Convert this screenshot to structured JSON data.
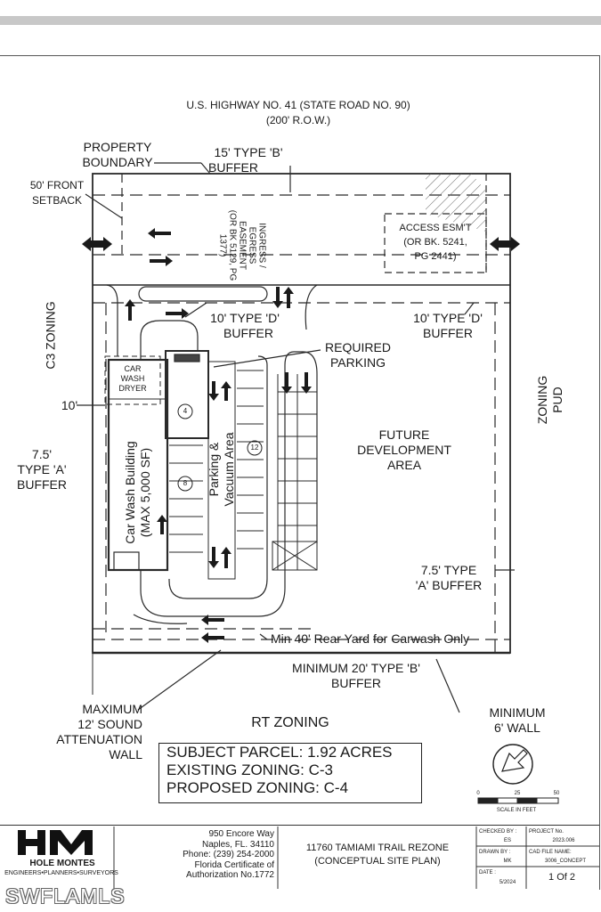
{
  "highway": {
    "line1": "U.S. HIGHWAY NO. 41 (STATE ROAD NO. 90)",
    "line2": "(200' R.O.W.)"
  },
  "labels": {
    "property_boundary_1": "PROPERTY",
    "property_boundary_2": "BOUNDARY",
    "type_b_15_1": "15' TYPE 'B'",
    "type_b_15_2": "BUFFER",
    "front_setback_1": "50' FRONT",
    "front_setback_2": "SETBACK",
    "ingress_1": "INGRESS /",
    "ingress_2": "EGRESS",
    "ingress_3": "EASEMENT",
    "ingress_4": "(OR BK 5129, PG",
    "ingress_5": "1377)",
    "access_1": "ACCESS ESM'T",
    "access_2": "(OR BK. 5241,",
    "access_3": "PG 2441)",
    "c3_zoning": "C3 ZONING",
    "type_d_left_1": "10' TYPE 'D'",
    "type_d_left_2": "BUFFER",
    "type_d_right_1": "10' TYPE 'D'",
    "type_d_right_2": "BUFFER",
    "required_parking_1": "REQUIRED",
    "required_parking_2": "PARKING",
    "car_wash_dryer_1": "CAR",
    "car_wash_dryer_2": "WASH",
    "car_wash_dryer_3": "DRYER",
    "ten_ft": "10'",
    "type_a_left_1": "7.5'",
    "type_a_left_2": "TYPE 'A'",
    "type_a_left_3": "BUFFER",
    "car_wash_building_1": "Car Wash Building",
    "car_wash_building_2": "(MAX 5,000 SF)",
    "parking_vacuum_1": "Parking &",
    "parking_vacuum_2": "Vacuum Area",
    "count_4": "4",
    "count_8": "8",
    "count_12": "12",
    "future_dev_1": "FUTURE",
    "future_dev_2": "DEVELOPMENT",
    "future_dev_3": "AREA",
    "zoning_pud_1": "ZONING",
    "zoning_pud_2": "PUD",
    "type_a_right_1": "7.5' TYPE",
    "type_a_right_2": "'A' BUFFER",
    "rear_yard": "Min 40' Rear Yard for Carwash Only",
    "type_b_20_1": "MINIMUM 20' TYPE 'B'",
    "type_b_20_2": "BUFFER",
    "max_wall_1": "MAXIMUM",
    "max_wall_2": "12' SOUND",
    "max_wall_3": "ATTENUATION",
    "max_wall_4": "WALL",
    "rt_zoning": "RT ZONING",
    "min_wall_1": "MINIMUM",
    "min_wall_2": "6' WALL"
  },
  "parcel": {
    "line1": "SUBJECT PARCEL: 1.92 ACRES",
    "line2": "EXISTING ZONING: C-3",
    "line3": "PROPOSED ZONING: C-4"
  },
  "scale": {
    "t0": "0",
    "t1": "25",
    "t2": "50",
    "caption": "SCALE IN FEET"
  },
  "title_block": {
    "company_1": "HOLE MONTES",
    "company_2": "ENGINEERS•PLANNERS•SURVEYORS",
    "addr_1": "950 Encore Way",
    "addr_2": "Naples, FL. 34110",
    "addr_3": "Phone: (239) 254-2000",
    "addr_4": "Florida Certificate of",
    "addr_5": "Authorization No.1772",
    "project_1": "11760 TAMIAMI TRAIL REZONE",
    "project_2": "(CONCEPTUAL SITE PLAN)",
    "checked_by_label": "CHECKED BY :",
    "checked_by": "ES",
    "drawn_by_label": "DRAWN BY :",
    "drawn_by": "MK",
    "date_label": "DATE :",
    "date": "5/2024",
    "project_no_label": "PROJECT No.",
    "project_no": "2023.006",
    "cad_label": "CAD FILE NAME:",
    "cad": "3006_CONCEPT",
    "sheet": "1 Of 2"
  },
  "watermark": "SWFLAMLS"
}
